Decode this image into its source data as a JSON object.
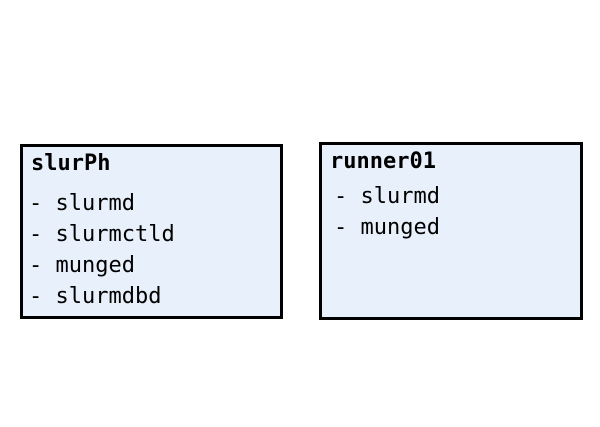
{
  "nodes": [
    {
      "name": "slurPh",
      "services": [
        "- slurmd",
        "- slurmctld",
        "- munged",
        "- slurmdbd"
      ]
    },
    {
      "name": "runner01",
      "services": [
        "- slurmd",
        "- munged"
      ]
    }
  ],
  "colors": {
    "box_fill": "#e8f0fb",
    "box_border": "#000000",
    "text": "#000000"
  }
}
